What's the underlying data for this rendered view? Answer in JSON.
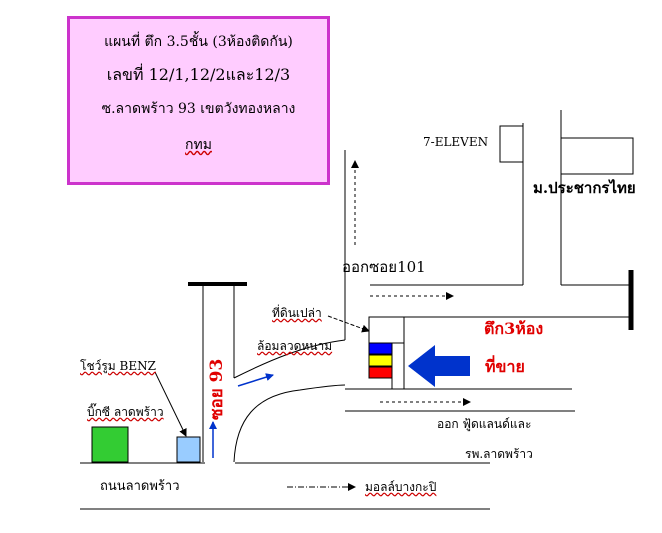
{
  "title_box": {
    "line1": "แผนที่   ตึก 3.5ชั้น (3ห้องติดกัน)",
    "line2": "เลขที่ 12/1,12/2และ12/3",
    "line3": "ซ.ลาดพร้าว 93 เขตวังทองหลาง",
    "line4": "กทม"
  },
  "labels": {
    "seven_eleven": "7-ELEVEN",
    "school": "ม.ประชากรไทย",
    "exit_soi_101": "ออกซอย101",
    "vacant_land": "ที่ดินเปล่า",
    "barbed_wire": "ล้อมลวดหนาม",
    "building_line1": "ตึก3ห้อง",
    "building_line2": "ที่ขาย",
    "showroom": "โชว์รูม BENZ",
    "bigc": "บิ๊กซี ลาดพร้าว",
    "soi_93": "ซอย 93",
    "exit_fashion_line1": "ออก ฟู้ดแลนด์และ",
    "exit_fashion_line2": "รพ.ลาดพร้าว",
    "lat_phrao_road": "ถนนลาดพร้าว",
    "mall_bangkapi": "มอลล์บางกะปิ"
  },
  "colors": {
    "title_border": "#cc33cc",
    "title_fill": "#ffccff",
    "bigc_green": "#33cc33",
    "showroom_blue": "#99ccff",
    "arrow_blue": "#0033cc",
    "building_blue": "#0000ff",
    "building_yellow": "#ffff00",
    "building_red": "#ff0000",
    "label_red": "#e00000"
  }
}
